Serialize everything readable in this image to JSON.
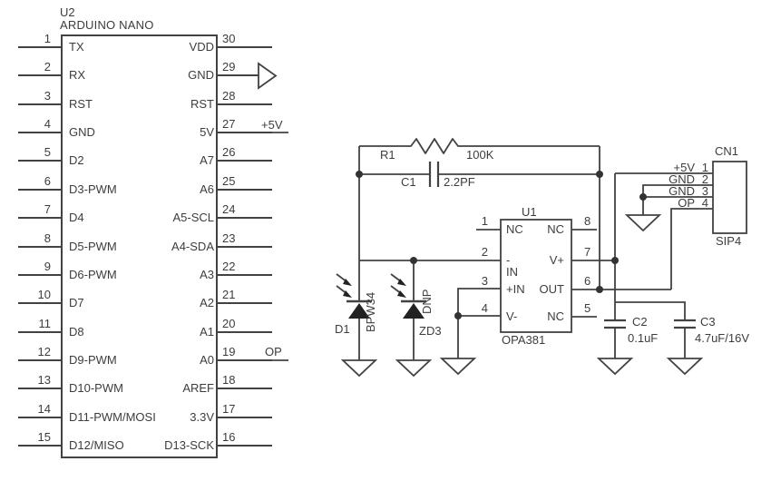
{
  "u2": {
    "ref": "U2",
    "name": "ARDUINO NANO",
    "left_pins": [
      {
        "num": "1",
        "label": "TX"
      },
      {
        "num": "2",
        "label": "RX"
      },
      {
        "num": "3",
        "label": "RST"
      },
      {
        "num": "4",
        "label": "GND"
      },
      {
        "num": "5",
        "label": "D2"
      },
      {
        "num": "6",
        "label": "D3-PWM"
      },
      {
        "num": "7",
        "label": "D4"
      },
      {
        "num": "8",
        "label": "D5-PWM"
      },
      {
        "num": "9",
        "label": "D6-PWM"
      },
      {
        "num": "10",
        "label": "D7"
      },
      {
        "num": "11",
        "label": "D8"
      },
      {
        "num": "12",
        "label": "D9-PWM"
      },
      {
        "num": "13",
        "label": "D10-PWM"
      },
      {
        "num": "14",
        "label": "D11-PWM/MOSI"
      },
      {
        "num": "15",
        "label": "D12/MISO"
      }
    ],
    "right_pins": [
      {
        "num": "30",
        "label": "VDD"
      },
      {
        "num": "29",
        "label": "GND"
      },
      {
        "num": "28",
        "label": "RST"
      },
      {
        "num": "27",
        "label": "5V"
      },
      {
        "num": "26",
        "label": "A7"
      },
      {
        "num": "25",
        "label": "A6"
      },
      {
        "num": "24",
        "label": "A5-SCL"
      },
      {
        "num": "23",
        "label": "A4-SDA"
      },
      {
        "num": "22",
        "label": "A3"
      },
      {
        "num": "21",
        "label": "A2"
      },
      {
        "num": "20",
        "label": "A1"
      },
      {
        "num": "19",
        "label": "A0"
      },
      {
        "num": "18",
        "label": "AREF"
      },
      {
        "num": "17",
        "label": "3.3V"
      },
      {
        "num": "16",
        "label": "D13-SCK"
      }
    ],
    "net_5v": "+5V",
    "net_op": "OP"
  },
  "u1": {
    "ref": "U1",
    "part": "OPA381",
    "left_pins": [
      {
        "num": "1",
        "label": "NC"
      },
      {
        "num": "2",
        "label": "-IN"
      },
      {
        "num": "3",
        "label": "+IN"
      },
      {
        "num": "4",
        "label": "V-"
      }
    ],
    "right_pins": [
      {
        "num": "8",
        "label": "NC"
      },
      {
        "num": "7",
        "label": "V+"
      },
      {
        "num": "6",
        "label": "OUT"
      },
      {
        "num": "5",
        "label": "NC"
      }
    ]
  },
  "cn1": {
    "ref": "CN1",
    "part": "SIP4",
    "pins": [
      {
        "num": "1",
        "label": "+5V"
      },
      {
        "num": "2",
        "label": "GND"
      },
      {
        "num": "3",
        "label": "GND"
      },
      {
        "num": "4",
        "label": "OP"
      }
    ]
  },
  "r1": {
    "ref": "R1",
    "value": "100K"
  },
  "c1": {
    "ref": "C1",
    "value": "2.2PF"
  },
  "c2": {
    "ref": "C2",
    "value": "0.1uF"
  },
  "c3": {
    "ref": "C3",
    "value": "4.7uF/16V"
  },
  "d1": {
    "ref": "D1",
    "part": "BPW34"
  },
  "zd3": {
    "ref": "ZD3",
    "part": "DNP"
  },
  "colors": {
    "line": "#424242",
    "text": "#3d3d3d",
    "diode_fill": "#222222"
  }
}
